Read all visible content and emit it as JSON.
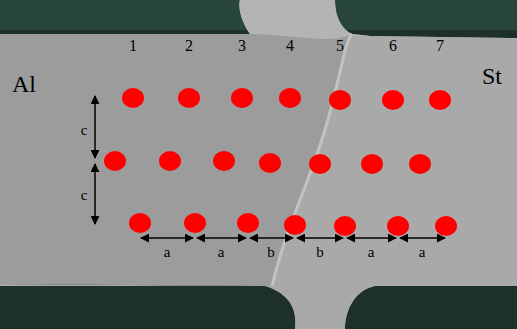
{
  "diagram": {
    "labels": [
      "Al",
      "St",
      "1",
      "2",
      "3",
      "4",
      "5",
      "6",
      "7",
      "c",
      "c",
      "a",
      "a",
      "b",
      "b",
      "a",
      "a"
    ]
  }
}
